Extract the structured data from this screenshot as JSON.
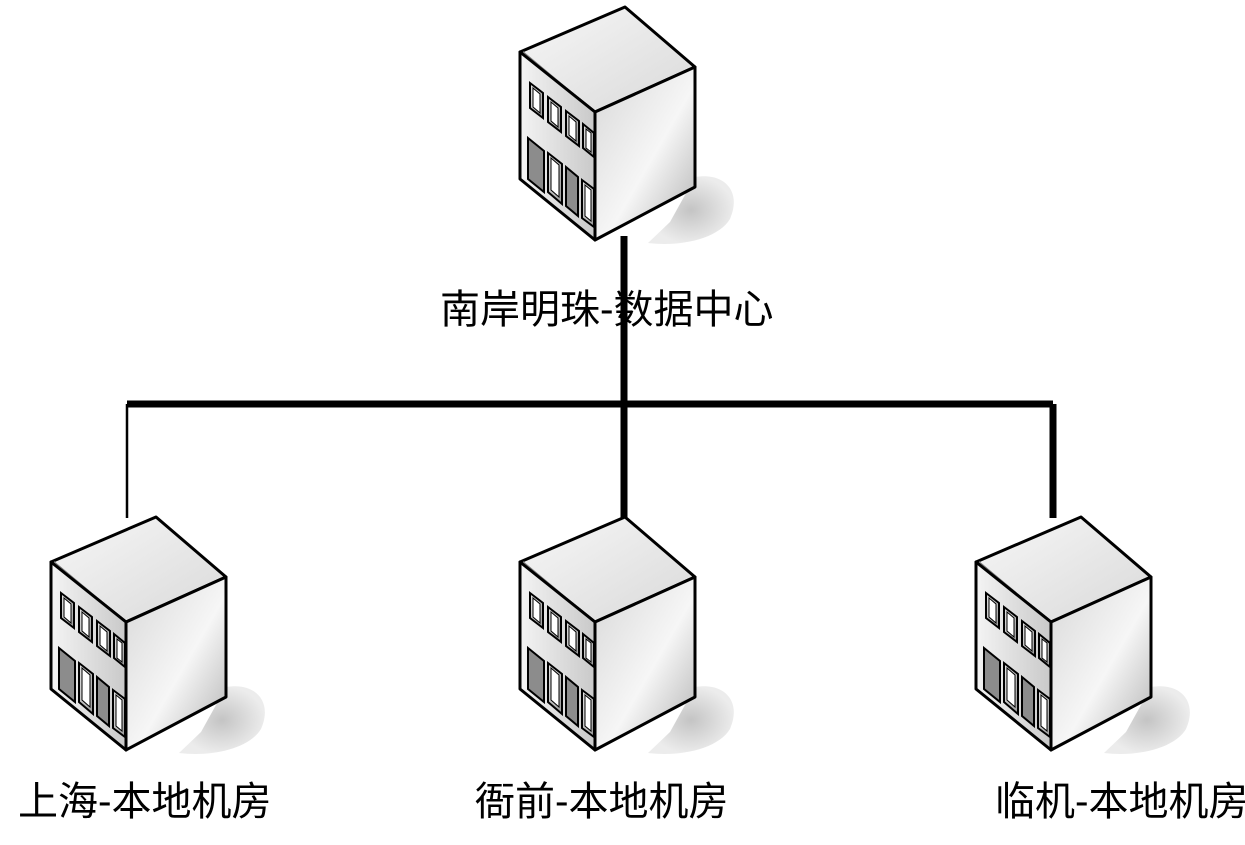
{
  "nodes": {
    "center": {
      "label": "南岸明珠-数据中心",
      "icon": "building-icon"
    },
    "left": {
      "label": "上海-本地机房",
      "icon": "building-icon"
    },
    "middle": {
      "label": "衙前-本地机房",
      "icon": "building-icon"
    },
    "right": {
      "label": "临机-本地机房",
      "icon": "building-icon"
    }
  },
  "colors": {
    "line": "#000000",
    "background": "#ffffff",
    "building_front": "#e0e0e0",
    "building_side": "#bdbdbd",
    "building_top": "#ededed",
    "shadow": "#d6d6d6"
  }
}
